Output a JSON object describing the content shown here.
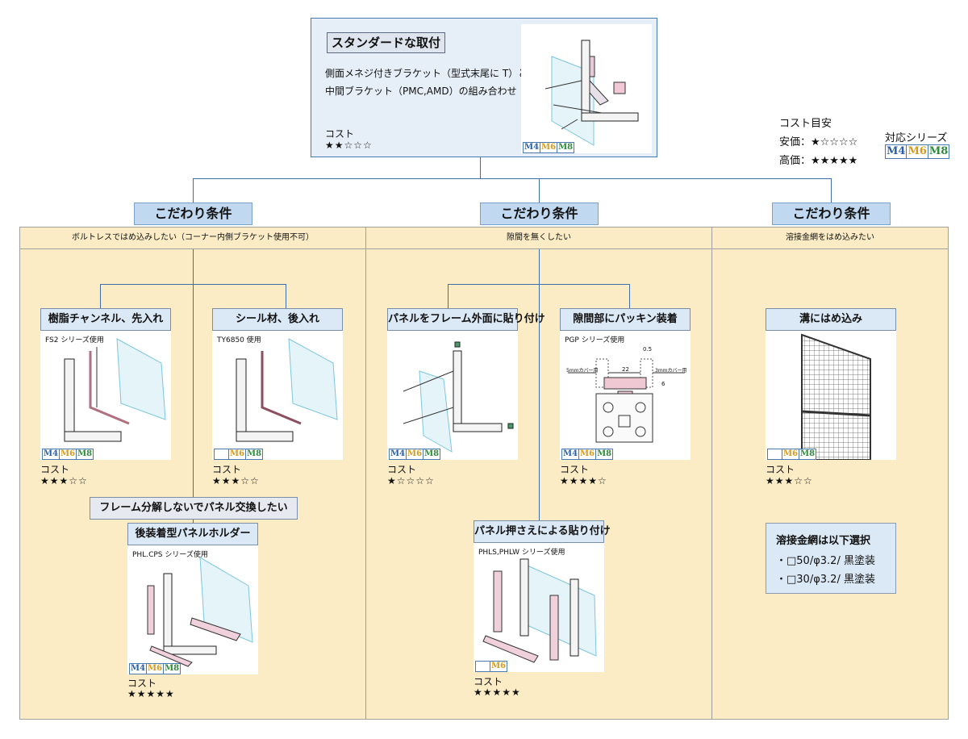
{
  "top": {
    "title": "スタンダードな取付",
    "desc_line1": "側面メネジ付きブラケット（型式末尾に T）と",
    "desc_line2": "中間ブラケット（PMC,AMD）の組み合わせ",
    "cost_label": "コスト",
    "stars": "★★☆☆☆",
    "series": [
      "M4",
      "M6",
      "M8"
    ]
  },
  "legend": {
    "title": "コスト目安",
    "cheap": "安価：★☆☆☆☆",
    "expensive": "高価：★★★★★",
    "series_title": "対応シリーズ",
    "series": [
      "M4",
      "M6",
      "M8"
    ]
  },
  "columns": [
    {
      "header": "こだわり条件",
      "condition": "ボルトレスではめ込みしたい（コーナー内側ブラケット使用不可）"
    },
    {
      "header": "こだわり条件",
      "condition": "隙間を無くしたい"
    },
    {
      "header": "こだわり条件",
      "condition": "溶接金網をはめ込みたい"
    }
  ],
  "cards": {
    "resin_channel": {
      "title": "樹脂チャンネル、先入れ",
      "sub": "FS2 シリーズ使用",
      "cost": "コスト",
      "stars": "★★★☆☆",
      "series": [
        "M4",
        "M6",
        "M8"
      ]
    },
    "seal": {
      "title": "シール材、後入れ",
      "sub": "TY6850 使用",
      "cost": "コスト",
      "stars": "★★★☆☆",
      "series": [
        "",
        "M6",
        "M8"
      ]
    },
    "panel_outer": {
      "title": "パネルをフレーム外面に貼り付け",
      "cost": "コスト",
      "stars": "★☆☆☆☆",
      "series": [
        "M4",
        "M6",
        "M8"
      ]
    },
    "packing": {
      "title": "隙間部にパッキン装着",
      "sub": "PGP シリーズ使用",
      "cost": "コスト",
      "stars": "★★★★☆",
      "series": [
        "M4",
        "M6",
        "M8"
      ],
      "dim_05": "0.5",
      "dim_22": "22",
      "dim_5mm": "5mmカバー用",
      "dim_3mm": "3mmカバー用",
      "dim_6": "6"
    },
    "groove": {
      "title": "溝にはめ込み",
      "cost": "コスト",
      "stars": "★★★☆☆",
      "series": [
        "",
        "M6",
        "M8"
      ]
    },
    "holder_condition": {
      "title": "フレーム分解しないでパネル交換したい"
    },
    "holder": {
      "title": "後装着型パネルホルダー",
      "sub": "PHL.CPS シリーズ使用",
      "cost": "コスト",
      "stars": "★★★★★",
      "series": [
        "M4",
        "M6",
        "M8"
      ]
    },
    "press": {
      "title": "パネル押さえによる貼り付け",
      "sub": "PHLS,PHLW シリーズ使用",
      "cost": "コスト",
      "stars": "★★★★★",
      "series": [
        "",
        "M6"
      ]
    }
  },
  "mesh_note": {
    "title": "溶接金網は以下選択",
    "opt1": "・□50/φ3.2/ 黒塗装",
    "opt2": "・□30/φ3.2/ 黒塗装"
  },
  "colors": {
    "line": "#3d6fa8",
    "body": "#fbecc6",
    "header": "#c0d8f0"
  }
}
